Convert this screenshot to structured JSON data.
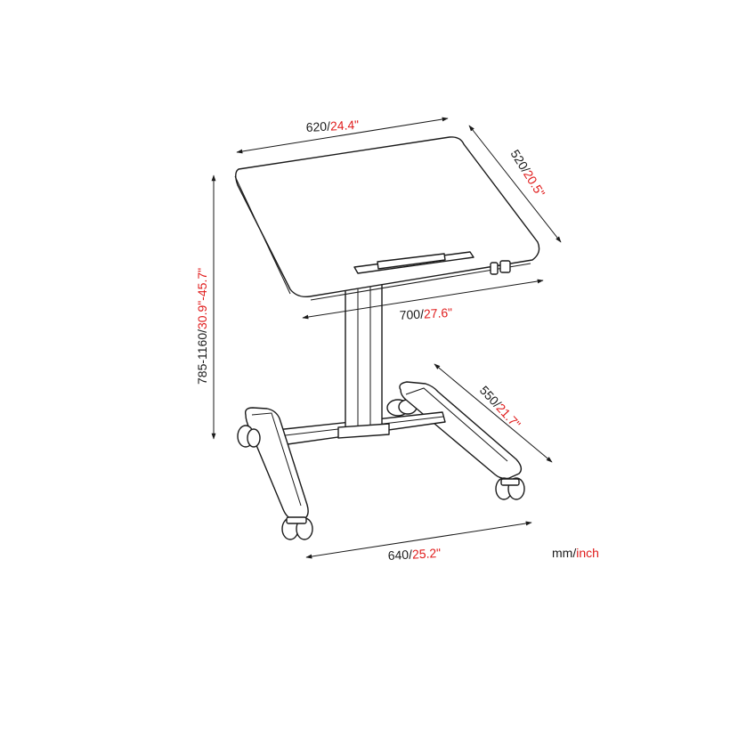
{
  "dimensions": {
    "top_width": {
      "mm": "620/",
      "inch": "24.4\""
    },
    "top_depth": {
      "mm": "520/",
      "inch": "20.5\""
    },
    "overall_width": {
      "mm": "700/",
      "inch": "27.6\""
    },
    "height_range": {
      "mm": "785-1160/",
      "inch": "30.9\"-45.7\""
    },
    "base_depth": {
      "mm": "550/",
      "inch": "21.7\""
    },
    "base_width": {
      "mm": "640/",
      "inch": "25.2\""
    }
  },
  "units": {
    "metric": "mm/",
    "imperial": "inch"
  },
  "colors": {
    "line": "#1a1a1a",
    "imperial": "#e01b1b",
    "metric": "#1a1a1a"
  }
}
